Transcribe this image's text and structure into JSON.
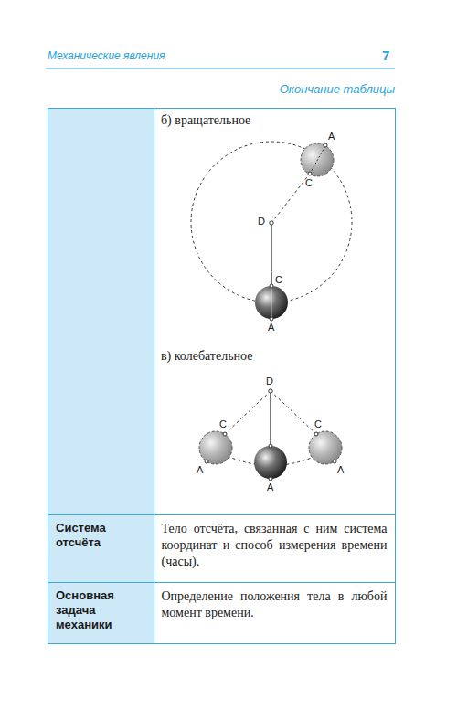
{
  "diagram": {
    "nodes": [
      {
        "text": [
          "Система отсчёта"
        ]
      },
      {
        "text": [
          "Тело отсчёта, связанная с ним система координат и способ измерения времени (часы)."
        ]
      },
      {
        "text": [
          "Основная задача механики"
        ]
      },
      {
        "text": [
          "Определение положения тела в любой момент времени."
        ]
      }
    ],
    "labels": [
      "Механические явления",
      "7",
      "Окончание таблицы",
      "б) вращательное",
      "A",
      "C",
      "D",
      "C",
      "A",
      "в) колебательное",
      "D",
      "C",
      "C",
      "A",
      "A",
      "A"
    ]
  }
}
